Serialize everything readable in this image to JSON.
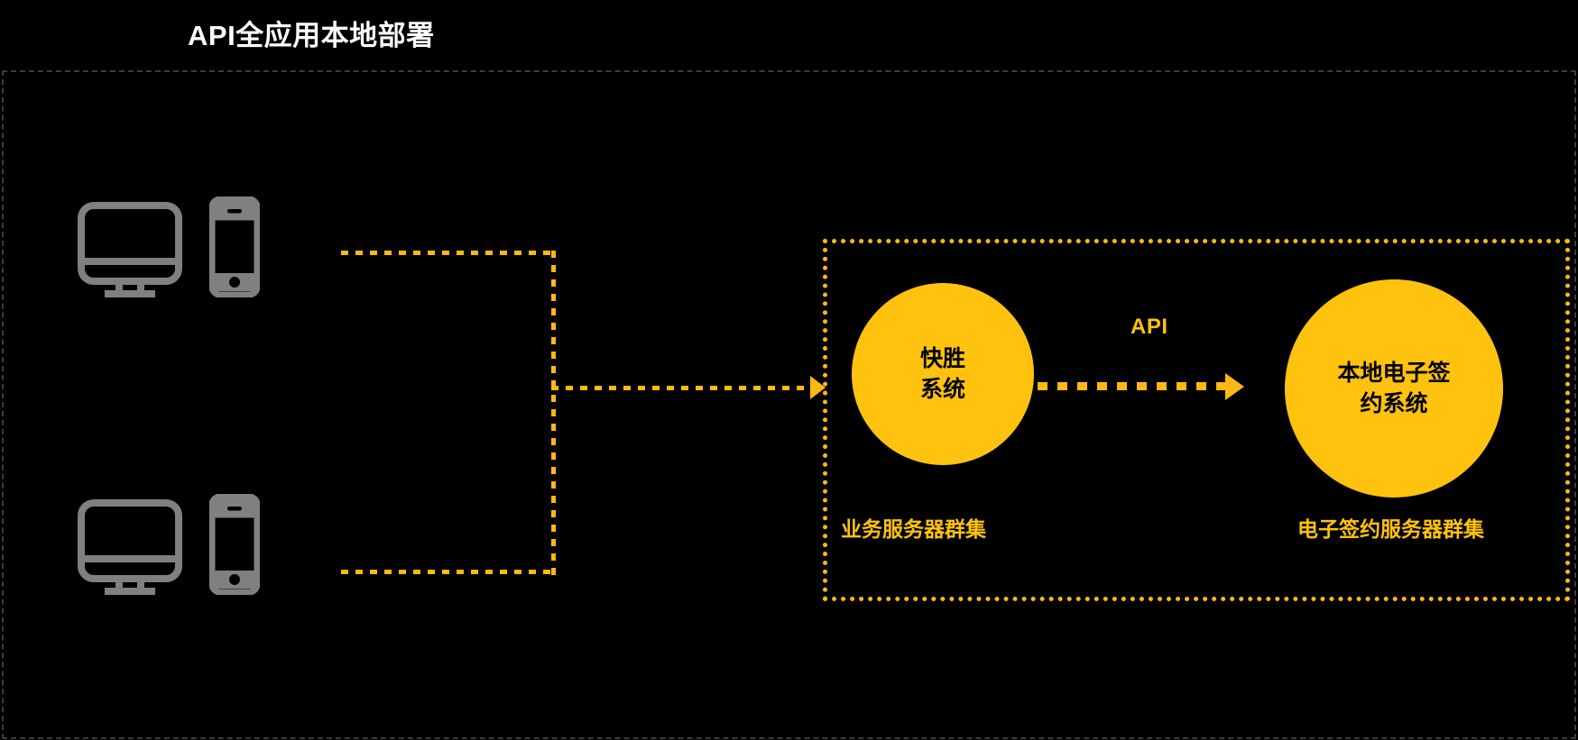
{
  "diagram": {
    "title": "API全应用本地部署",
    "colors": {
      "background": "#000000",
      "title_text": "#ffffff",
      "accent_yellow": "#ffc20e",
      "line_yellow": "#fdb913",
      "frame_gray": "#3c3c3c",
      "device_gray": "#808080",
      "circle_text": "#000000"
    },
    "clients": [
      {
        "name": "desktop-monitor-top",
        "icon": "monitor-icon"
      },
      {
        "name": "mobile-phone-top",
        "icon": "phone-icon"
      },
      {
        "name": "desktop-monitor-bottom",
        "icon": "monitor-icon"
      },
      {
        "name": "mobile-phone-bottom",
        "icon": "phone-icon"
      }
    ],
    "nodes": [
      {
        "id": "business-system",
        "line1": "快胜",
        "line2": "系统",
        "cluster_label": "业务服务器群集"
      },
      {
        "id": "local-esign-system",
        "line1": "本地电子签",
        "line2": "约系统",
        "cluster_label": "电子签约服务器群集"
      }
    ],
    "connector": {
      "api_label": "API"
    }
  }
}
